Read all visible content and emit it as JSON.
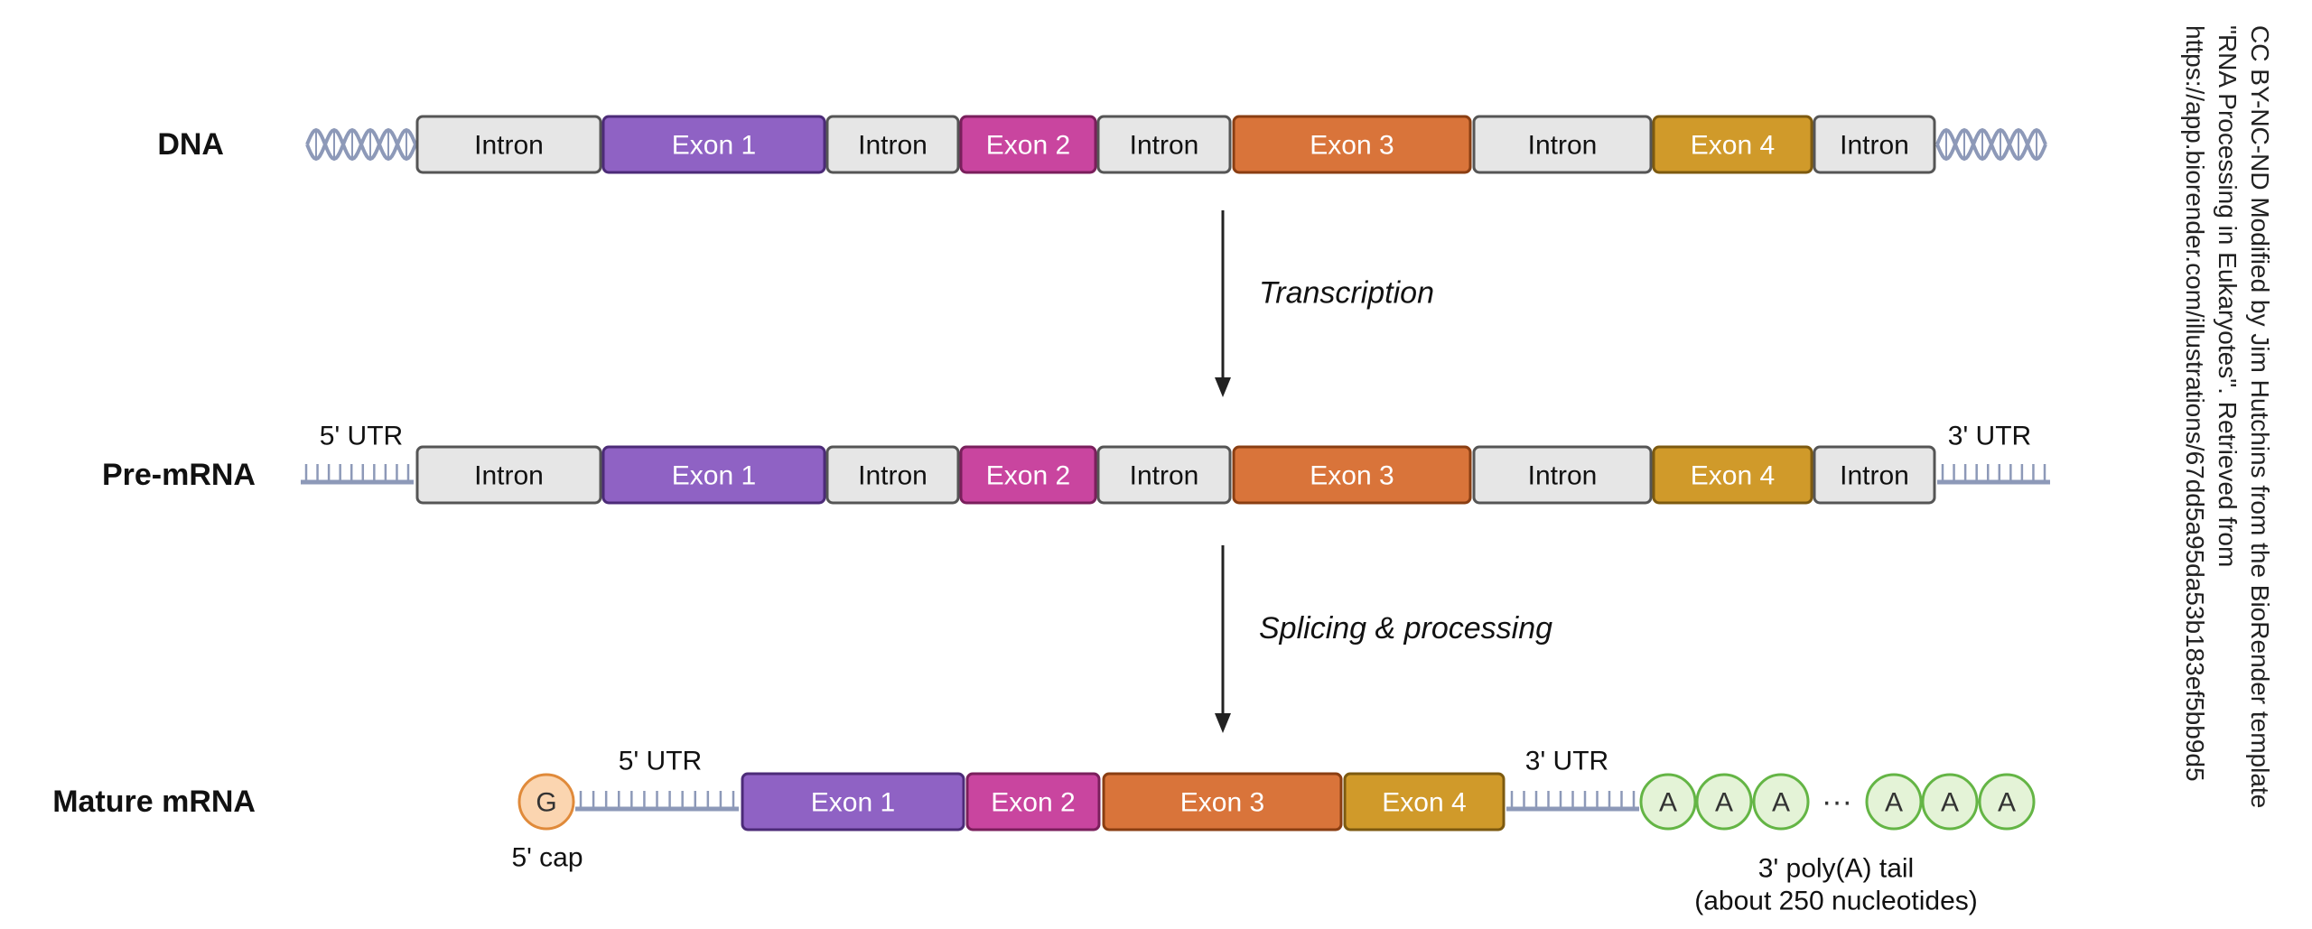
{
  "rows": {
    "dna": {
      "label": "DNA",
      "segments": [
        {
          "text": "Intron",
          "kind": "intron"
        },
        {
          "text": "Exon 1",
          "kind": "exon1"
        },
        {
          "text": "Intron",
          "kind": "intron"
        },
        {
          "text": "Exon 2",
          "kind": "exon2"
        },
        {
          "text": "Intron",
          "kind": "intron"
        },
        {
          "text": "Exon 3",
          "kind": "exon3"
        },
        {
          "text": "Intron",
          "kind": "intron"
        },
        {
          "text": "Exon 4",
          "kind": "exon4"
        },
        {
          "text": "Intron",
          "kind": "intron"
        }
      ],
      "end_icon": "dna-helix-icon"
    },
    "pre_mrna": {
      "label": "Pre-mRNA",
      "utr5": "5' UTR",
      "utr3": "3' UTR",
      "segments": [
        {
          "text": "Intron",
          "kind": "intron"
        },
        {
          "text": "Exon 1",
          "kind": "exon1"
        },
        {
          "text": "Intron",
          "kind": "intron"
        },
        {
          "text": "Exon 2",
          "kind": "exon2"
        },
        {
          "text": "Intron",
          "kind": "intron"
        },
        {
          "text": "Exon 3",
          "kind": "exon3"
        },
        {
          "text": "Intron",
          "kind": "intron"
        },
        {
          "text": "Exon 4",
          "kind": "exon4"
        },
        {
          "text": "Intron",
          "kind": "intron"
        }
      ],
      "end_icon": "rna-strand-icon"
    },
    "mature_mrna": {
      "label": "Mature mRNA",
      "cap_letter": "G",
      "cap_label": "5' cap",
      "utr5": "5' UTR",
      "utr3": "3' UTR",
      "segments": [
        {
          "text": "Exon 1",
          "kind": "exon1"
        },
        {
          "text": "Exon 2",
          "kind": "exon2"
        },
        {
          "text": "Exon 3",
          "kind": "exon3"
        },
        {
          "text": "Exon 4",
          "kind": "exon4"
        }
      ],
      "tail_letter": "A",
      "tail_ellipsis": "···",
      "tail_label_line1": "3' poly(A) tail",
      "tail_label_line2": "(about 250 nucleotides)"
    }
  },
  "arrows": {
    "transcription": "Transcription",
    "splicing": "Splicing & processing"
  },
  "attribution": {
    "line1": "CC BY-NC-ND Modified by Jim Hutchins from the BioRender template",
    "line2": "\"RNA Processing in Eukaryotes\". Retrieved from",
    "line3": "https://app.biorender.com/illustrations/67dd5a95da53b183ef5bb9d5"
  },
  "colors": {
    "intron_fill": "#e6e6e6",
    "intron_stroke": "#555555",
    "exon1_fill": "#8f62c4",
    "exon1_stroke": "#4c2b78",
    "exon2_fill": "#c9459f",
    "exon2_stroke": "#7a1f5c",
    "exon3_fill": "#d9743a",
    "exon3_stroke": "#8a3e12",
    "exon4_fill": "#d09a2a",
    "exon4_stroke": "#7d5a10",
    "strand": "#8d99b8",
    "cap_fill": "#fbd5b0",
    "cap_stroke": "#e08a3a",
    "tail_fill": "#e4f3d7",
    "tail_stroke": "#64b545",
    "arrow": "#222222"
  }
}
